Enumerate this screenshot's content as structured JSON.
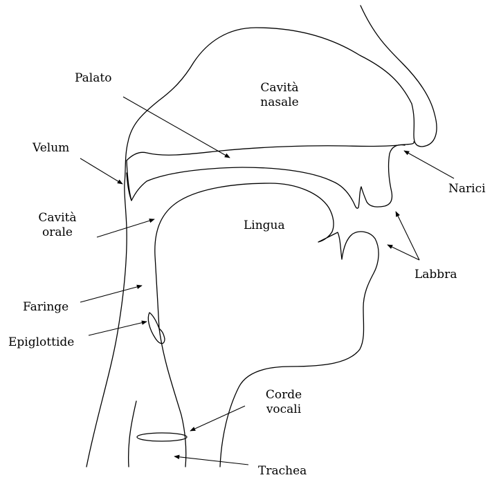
{
  "labels": {
    "palato": "Palato",
    "cavita_nasale_1": "Cavità",
    "cavita_nasale_2": "nasale",
    "velum": "Velum",
    "narici": "Narici",
    "cavita_orale_1": "Cavità",
    "cavita_orale_2": "orale",
    "lingua": "Lingua",
    "labbra": "Labbra",
    "faringe": "Faringe",
    "epiglottide": "Epiglottide",
    "corde_vocali_1": "Corde",
    "corde_vocali_2": "vocali",
    "trachea": "Trachea"
  },
  "colors": {
    "stroke": "#000000",
    "background": "#ffffff"
  }
}
